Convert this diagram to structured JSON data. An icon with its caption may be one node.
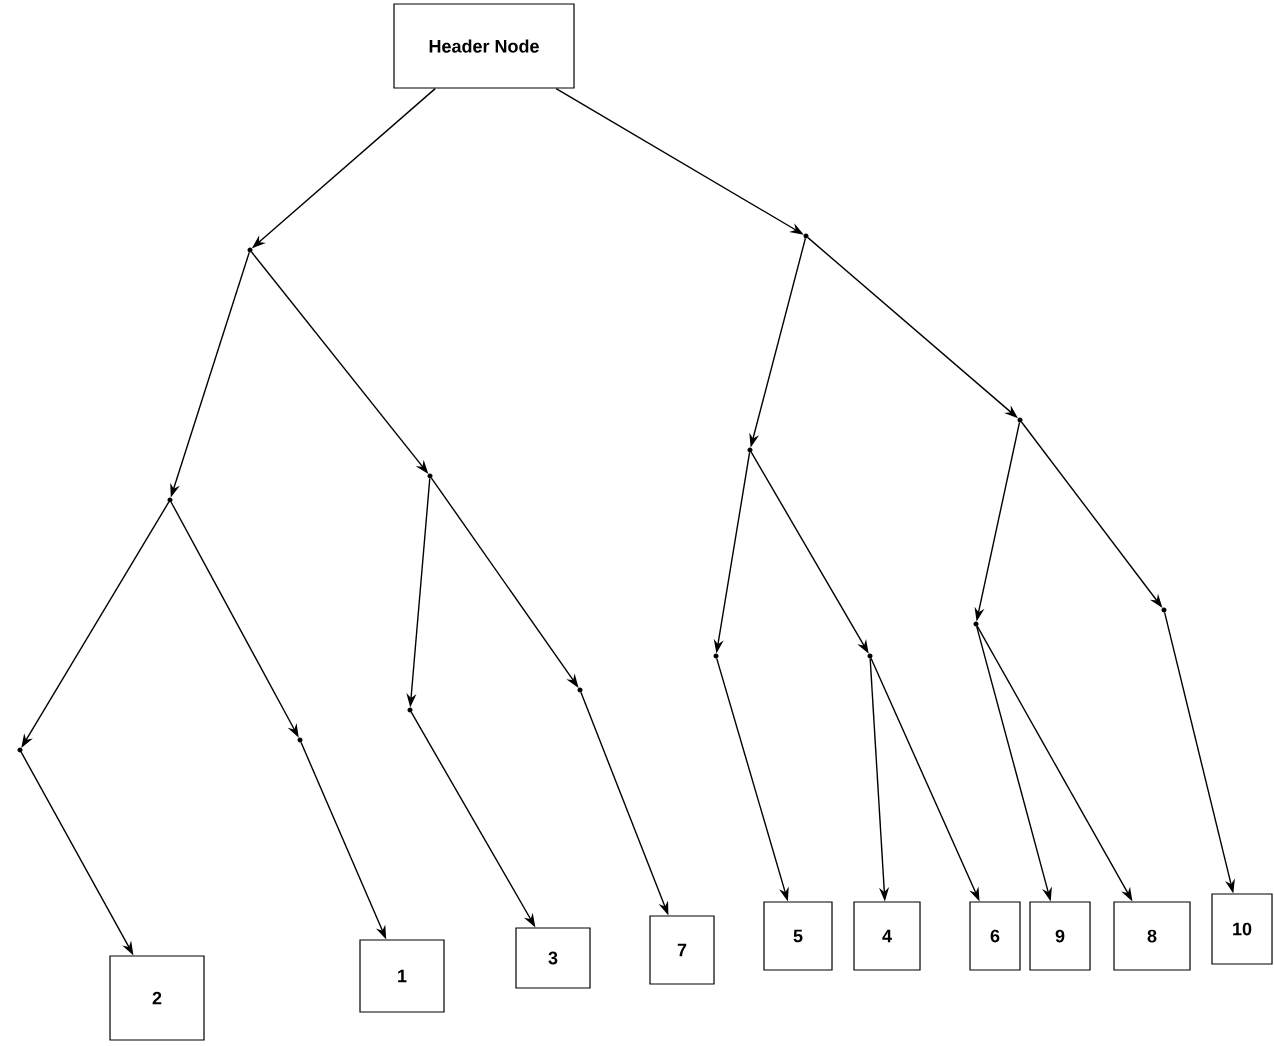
{
  "diagram": {
    "nodes": [
      {
        "text": [
          "Header Node"
        ]
      },
      {
        "text": [],
        "shape": "dot"
      },
      {
        "text": [],
        "shape": "dot"
      },
      {
        "text": [],
        "shape": "dot"
      },
      {
        "text": [],
        "shape": "dot"
      },
      {
        "text": [],
        "shape": "dot"
      },
      {
        "text": [],
        "shape": "dot"
      },
      {
        "text": [],
        "shape": "dot"
      },
      {
        "text": [],
        "shape": "dot"
      },
      {
        "text": [],
        "shape": "dot"
      },
      {
        "text": [],
        "shape": "dot"
      },
      {
        "text": [],
        "shape": "dot"
      },
      {
        "text": [],
        "shape": "dot"
      },
      {
        "text": [],
        "shape": "dot"
      },
      {
        "text": [],
        "shape": "dot"
      },
      {
        "text": [
          "2"
        ]
      },
      {
        "text": [
          "1"
        ]
      },
      {
        "text": [
          "3"
        ]
      },
      {
        "text": [
          "7"
        ]
      },
      {
        "text": [
          "5"
        ]
      },
      {
        "text": [
          "4"
        ]
      },
      {
        "text": [
          "6"
        ]
      },
      {
        "text": [
          "9"
        ]
      },
      {
        "text": [
          "8"
        ]
      },
      {
        "text": [
          "10"
        ]
      }
    ],
    "edges": [
      {
        "from": 0,
        "to": 1,
        "arrow": "to"
      },
      {
        "from": 0,
        "to": 2,
        "arrow": "to"
      },
      {
        "from": 1,
        "to": 3,
        "arrow": "to"
      },
      {
        "from": 1,
        "to": 4,
        "arrow": "to"
      },
      {
        "from": 2,
        "to": 5,
        "arrow": "to"
      },
      {
        "from": 2,
        "to": 6,
        "arrow": "to"
      },
      {
        "from": 3,
        "to": 7,
        "arrow": "to"
      },
      {
        "from": 3,
        "to": 8,
        "arrow": "to"
      },
      {
        "from": 4,
        "to": 9,
        "arrow": "to"
      },
      {
        "from": 4,
        "to": 10,
        "arrow": "to"
      },
      {
        "from": 5,
        "to": 11,
        "arrow": "to"
      },
      {
        "from": 5,
        "to": 12,
        "arrow": "to"
      },
      {
        "from": 6,
        "to": 13,
        "arrow": "to"
      },
      {
        "from": 6,
        "to": 14,
        "arrow": "to"
      },
      {
        "from": 7,
        "to": 15,
        "arrow": "to"
      },
      {
        "from": 8,
        "to": 16,
        "arrow": "to"
      },
      {
        "from": 9,
        "to": 17,
        "arrow": "to"
      },
      {
        "from": 10,
        "to": 18,
        "arrow": "to"
      },
      {
        "from": 11,
        "to": 19,
        "arrow": "to"
      },
      {
        "from": 12,
        "to": 20,
        "arrow": "to"
      },
      {
        "from": 12,
        "to": 21,
        "arrow": "to"
      },
      {
        "from": 13,
        "to": 22,
        "arrow": "to"
      },
      {
        "from": 13,
        "to": 23,
        "arrow": "to"
      },
      {
        "from": 14,
        "to": 24,
        "arrow": "to"
      }
    ]
  }
}
